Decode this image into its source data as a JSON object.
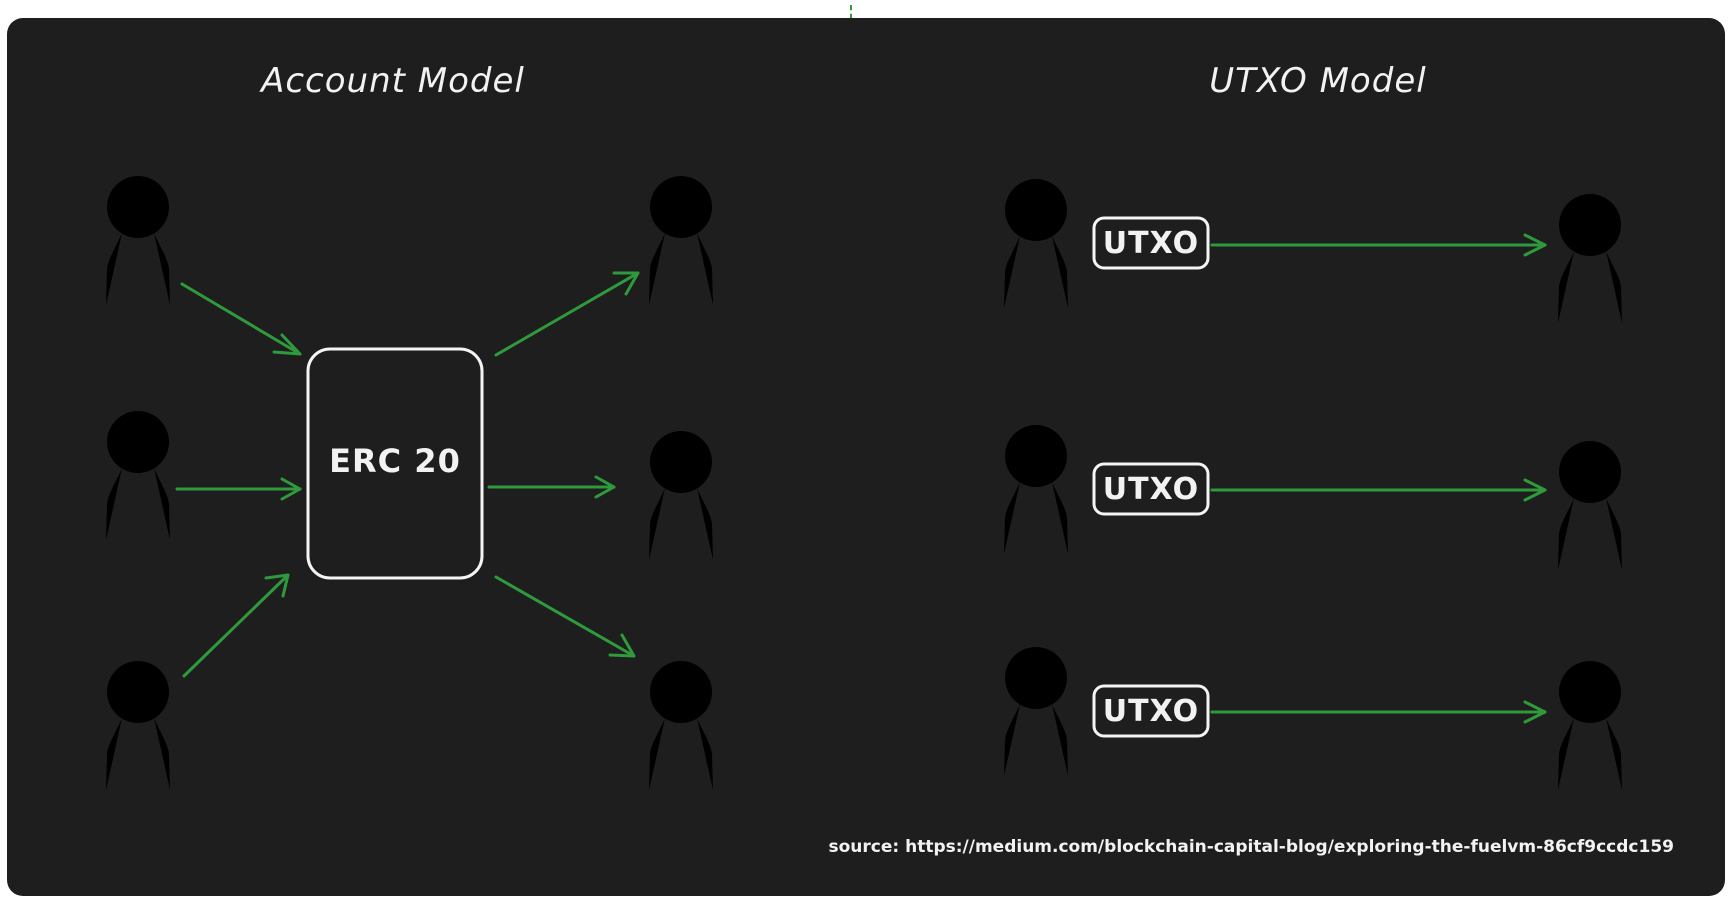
{
  "diagram": {
    "account_model": {
      "title": "Account Model",
      "contract_label": "ERC 20"
    },
    "utxo_model": {
      "title": "UTXO Model",
      "utxo_labels": [
        "UTXO",
        "UTXO",
        "UTXO"
      ]
    },
    "source": "source: https://medium.com/blockchain-capital-blog/exploring-the-fuelvm-86cf9ccdc159"
  },
  "colors": {
    "background": "#1e1e1e",
    "arrow": "#2f9a3c",
    "stroke": "#f2f2f2"
  },
  "icons": [
    "user-icon",
    "arrow-icon"
  ]
}
